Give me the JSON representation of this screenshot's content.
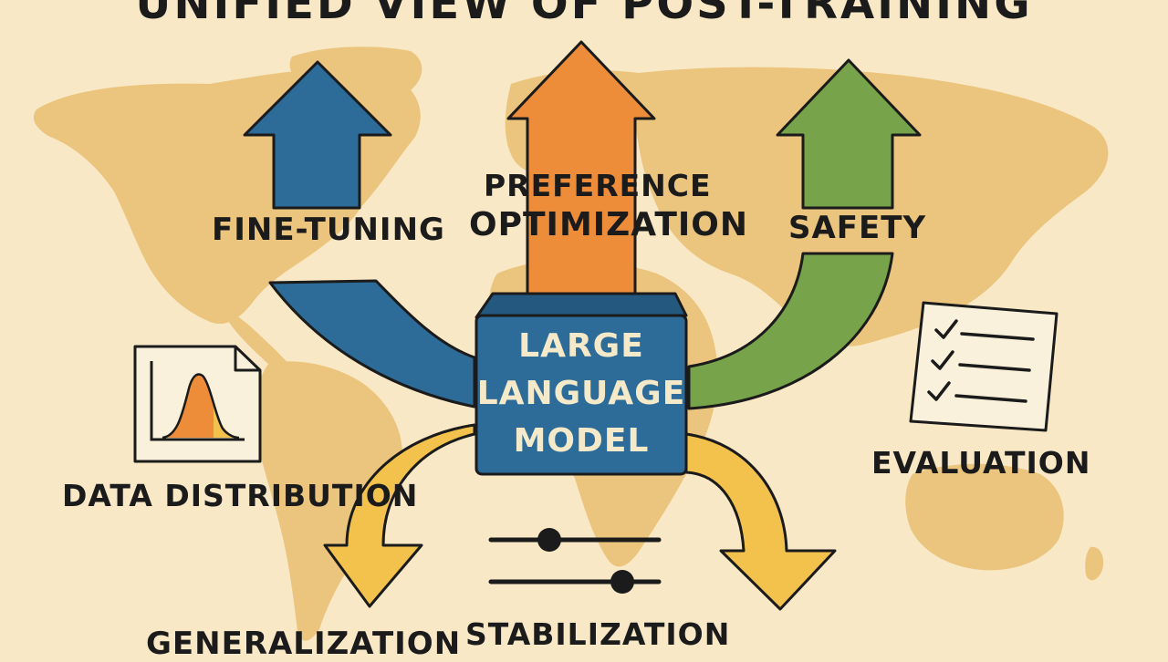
{
  "title": "UNIFIED VIEW OF POST-TRAINING",
  "center": {
    "line1": "LARGE",
    "line2": "LANGUAGE",
    "line3": "MODEL"
  },
  "labels": {
    "fine_tuning": "FINE-TUNING",
    "preference_line1": "PREFERENCE",
    "preference_line2": "OPTIMIZATION",
    "safety": "SAFETY",
    "evaluation": "EVALUATION",
    "data_distribution": "DATA DISTRIBUTION",
    "generalization": "GENERALIZATION",
    "stabilization": "STABILIZATION"
  },
  "colors": {
    "background": "#f9e8c6",
    "map": "#ebc57e",
    "blue": "#2d6b98",
    "orange": "#ee8d39",
    "green": "#77a34b",
    "yellow": "#f2c24d",
    "outline": "#1b1b1b"
  },
  "icons": [
    "world-map",
    "bell-curve-document-icon",
    "checklist-icon",
    "slider-icon"
  ]
}
